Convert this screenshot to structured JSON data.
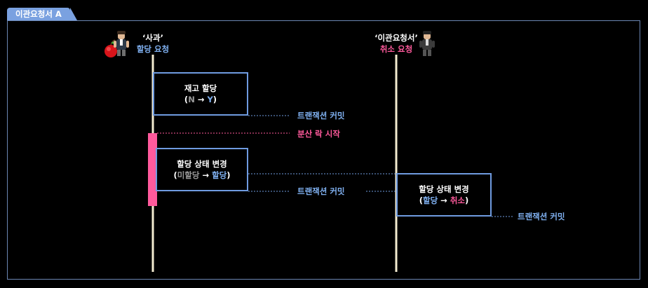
{
  "tab_title": "이관요청서 A",
  "actors": {
    "left": {
      "name": "‘사과’",
      "action": "할당 요청"
    },
    "right": {
      "name": "‘이관요청서’",
      "action": "취소 요청"
    }
  },
  "boxes": {
    "stock": {
      "title": "재고 할당",
      "open": "(",
      "from": "N",
      "arrow": " → ",
      "to": "Y",
      "close": ")"
    },
    "assign": {
      "title": "할당 상태 변경",
      "open": "(",
      "from": "미할당",
      "arrow": " → ",
      "to": "할당",
      "close": ")"
    },
    "cancel": {
      "title": "할당 상태 변경",
      "open": "(",
      "from": "할당",
      "arrow": " → ",
      "to": "취소",
      "close": ")"
    }
  },
  "notes": {
    "commit1": "트랜잭션 커밋",
    "lock_start": "분산 락 시작",
    "commit2": "트랜잭션 커밋",
    "commit3": "트랜잭션 커밋"
  },
  "colors": {
    "blue": "#6f9be0",
    "pink": "#ff5a9c",
    "frame": "#6b86b3"
  }
}
